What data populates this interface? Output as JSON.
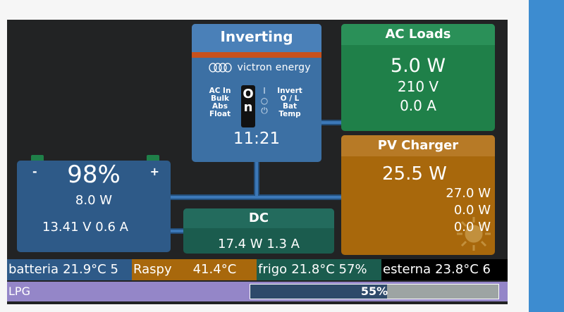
{
  "inverter": {
    "title": "Inverting",
    "brand": "victron energy",
    "left_leds": [
      "AC In",
      "Bulk",
      "Abs",
      "Float"
    ],
    "right_leds": [
      "Invert",
      "O / L",
      "Bat",
      "Temp"
    ],
    "switch_label": "On",
    "time": "11:21"
  },
  "ac_loads": {
    "title": "AC Loads",
    "power": "5.0 W",
    "voltage": "210 V",
    "current": "0.0 A"
  },
  "pv_charger": {
    "title": "PV Charger",
    "total_power": "25.5 W",
    "trackers": [
      "27.0 W",
      "0.0 W",
      "0.0 W"
    ]
  },
  "battery": {
    "minus": "-",
    "plus": "+",
    "soc": "98%",
    "power": "8.0 W",
    "voltage_current": "13.41 V  0.6 A"
  },
  "dc": {
    "title": "DC",
    "value": "17.4 W 1.3 A"
  },
  "temperatures": [
    {
      "name": "batteria",
      "value": "21.9°C 5"
    },
    {
      "name": "Raspy",
      "value": "41.4°C"
    },
    {
      "name": "frigo",
      "value": "21.8°C 57%"
    },
    {
      "name": "esterna",
      "value": "23.8°C 6"
    }
  ],
  "tank": {
    "name": "LPG",
    "level_text": "55%",
    "level_fraction": 0.55
  },
  "colors": {
    "inverter": "#3c70a4",
    "ac_loads": "#1f8049",
    "pv": "#a8680c",
    "battery": "#2e5a88",
    "dc": "#1b5c4e",
    "lpg": "#9486c8"
  }
}
